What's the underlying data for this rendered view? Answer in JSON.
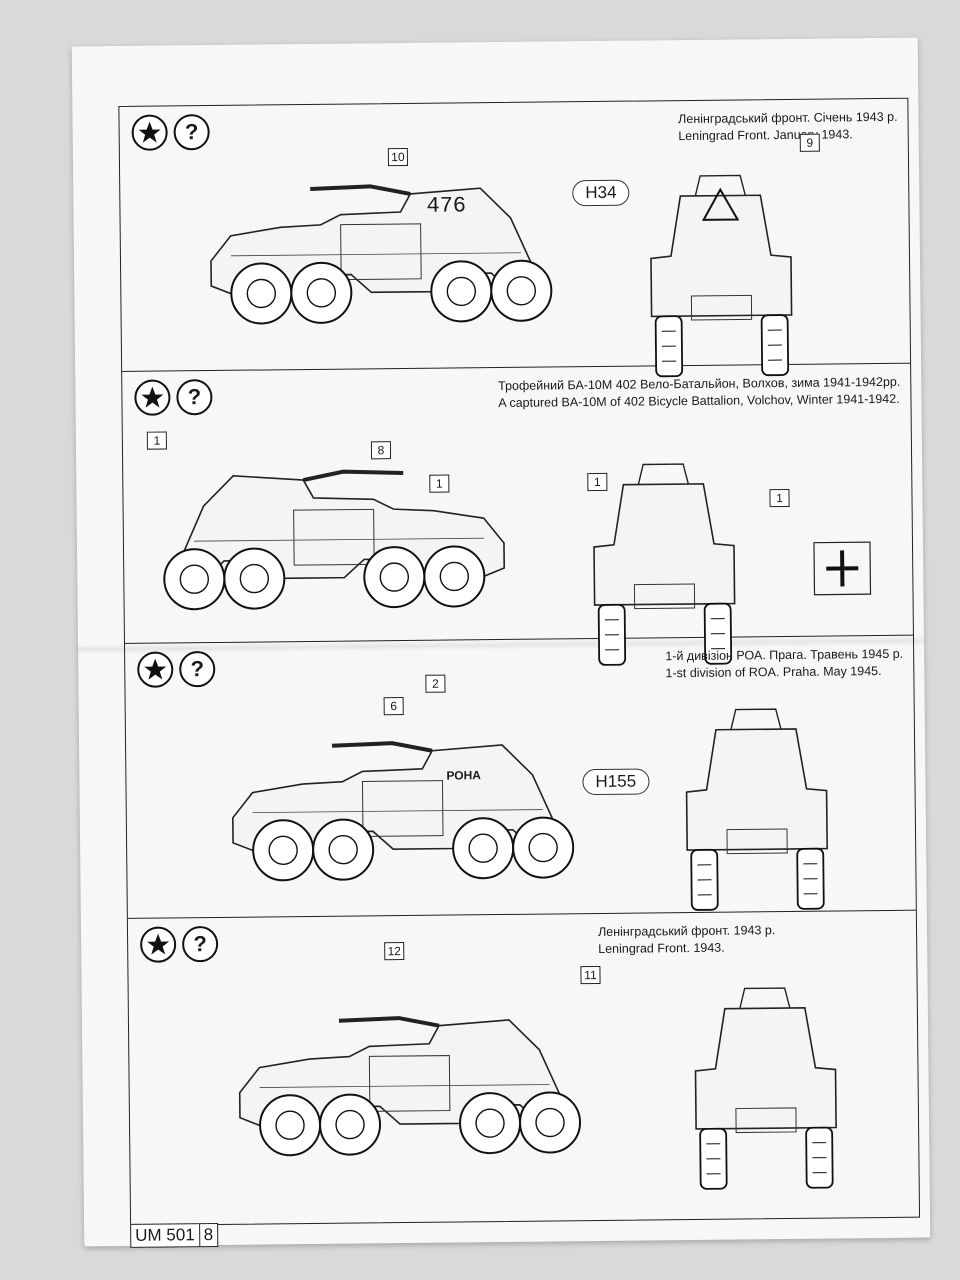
{
  "panels": [
    {
      "caption_ua": "Ленінградський фронт. Січень 1943 р.",
      "caption_en": "Leningrad Front. January 1943.",
      "registration": "H34",
      "turret_number": "476",
      "callouts": [
        "10",
        "9"
      ]
    },
    {
      "caption_ua": "Трофейний БА-10М  402 Вело-Батальйон, Волхов,  зима 1941-1942рр.",
      "caption_en": "A captured BA-10M of 402 Bicycle Battalion, Volchov,  Winter 1941-1942.",
      "callouts": [
        "1",
        "8",
        "1",
        "1",
        "1"
      ]
    },
    {
      "caption_ua": "1-й дивізіон РОА. Прага. Травень 1945 р.",
      "caption_en": "1-st division of ROA. Praha. May 1945.",
      "registration": "H155",
      "turret_marking": "РОНА",
      "callouts": [
        "2",
        "6"
      ]
    },
    {
      "caption_ua": "Ленінградський фронт. 1943 р.",
      "caption_en": "Leningrad Front. 1943.",
      "callouts": [
        "12",
        "11"
      ]
    }
  ],
  "icons": {
    "left": "star-in-circle-icon",
    "right": "question-mark-icon",
    "question_glyph": "?"
  },
  "footer": {
    "code": "UM 501",
    "page": "8"
  }
}
